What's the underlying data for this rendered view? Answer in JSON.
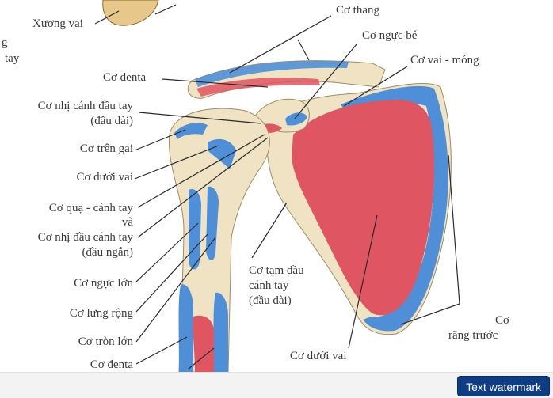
{
  "labels": {
    "xuong_vai": "Xương vai",
    "co_thang": "Cơ thang",
    "co_nguc_be": "Cơ ngực bé",
    "co_vai_mong": "Cơ vai - móng",
    "co_denta_top": "Cơ đenta",
    "co_nhi_dau_dai_1": "Cơ nhị cánh đầu tay",
    "co_nhi_dau_dai_2": "(đầu dài)",
    "co_tren_gai": "Cơ trên gai",
    "co_duoi_vai_left": "Cơ dưới vai",
    "co_qua_1": "Cơ quạ - cánh tay",
    "co_qua_2": "và",
    "co_nhi_ngan_1": "Cơ nhị đầu cánh tay",
    "co_nhi_ngan_2": "(đầu ngắn)",
    "co_nguc_lon": "Cơ ngực lớn",
    "co_lung_rong": "Cơ lưng rộng",
    "co_tron_lon": "Cơ tròn lớn",
    "co_denta_bottom": "Cơ đenta",
    "co_tam_dau_1": "Cơ tạm đầu",
    "co_tam_dau_2": "cánh tay",
    "co_tam_dau_3": "(đầu dài)",
    "co_duoi_vai_bottom": "Cơ dưới vai",
    "co_rang_truoc_1": "Cơ",
    "co_rang_truoc_2": "răng trước",
    "cut_left_1": "g",
    "cut_left_2": "tay"
  },
  "watermark": "Text watermark",
  "colors": {
    "bone": "#efe3c4",
    "muscle_red": "#e05562",
    "muscle_blue": "#4f8fd8",
    "line": "#2a2a2a"
  }
}
